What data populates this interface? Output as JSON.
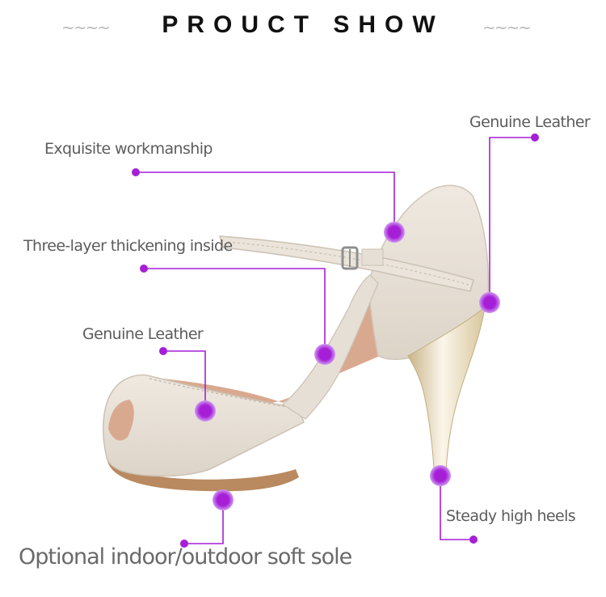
{
  "header": {
    "title": "PROUCT SHOW",
    "left_ornament": "~~~~",
    "right_ornament": "~~~~"
  },
  "callouts": [
    {
      "text": "Genuine Leather"
    },
    {
      "text": "Exquisite workmanship"
    },
    {
      "text": "Three-layer thickening inside"
    },
    {
      "text": "Genuine Leather"
    },
    {
      "text": "Steady high heels"
    },
    {
      "text": "Optional indoor/outdoor soft sole"
    }
  ],
  "colors": {
    "accent": "#a61fd6",
    "marker_glow": "#c78ff0",
    "shoe_leather": "#e8e1d8",
    "heel_gold": "#e9dcb8",
    "lining": "#d9a98f"
  },
  "icons": [
    "tilde-ornament-icon",
    "callout-dot-icon",
    "buckle-icon"
  ]
}
